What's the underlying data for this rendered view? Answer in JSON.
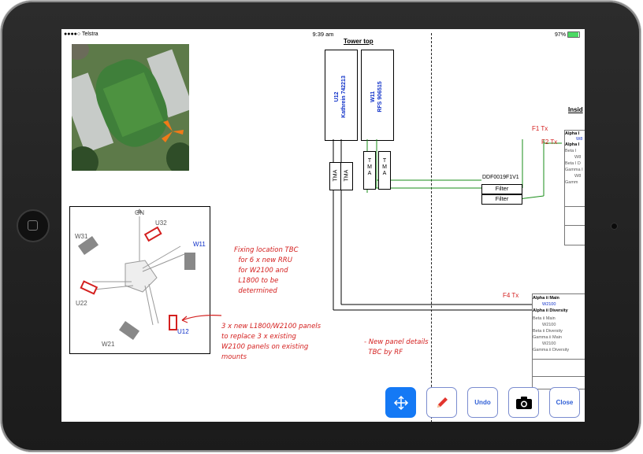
{
  "status_bar": {
    "carrier": "●●●●○ Telstra",
    "time": "9:39 am",
    "battery": "97%"
  },
  "site_plan": {
    "north": "GN",
    "sectors": [
      "U32",
      "W11",
      "W31",
      "U22",
      "U12",
      "W21"
    ]
  },
  "tower": {
    "title": "Tower top",
    "unit1": "U12\nKathrein 742213",
    "unit2": "W11\nRFS 906515",
    "tma_labels": [
      "TMA",
      "TMA",
      "T\nM\nA",
      "T\nM\nA"
    ],
    "feeder_labels": {
      "f1": "F1 Tx",
      "f2": "F2 Tx",
      "f4": "F4 Tx"
    },
    "filter_code": "DDF0019F1V1",
    "filter_label": "Filter",
    "inside_label": "Insid"
  },
  "table_top": {
    "rows": [
      "Alpha I",
      "W8",
      "Alpha I",
      "Beta I",
      "W8",
      "Beta I D",
      "Gamma I",
      "W8",
      "Gamm"
    ]
  },
  "table_bottom": {
    "rows": [
      "Alpha ii Main",
      "W2100",
      "Alpha ii Diversity",
      "Beta ii Main",
      "W2100",
      "Beta ii Diversity",
      "Gamma ii Main",
      "W2100",
      "Gamma ii Diversity"
    ]
  },
  "annotations": {
    "fixing": "Fixing location TBC\n  for 6 x new RRU\n  for W2100 and\n  L1800 to be\n  determined",
    "replace": "3 x new L1800/W2100 panels\nto replace 3 x existing\nW2100 panels on existing\nmounts",
    "panel": "- New panel details\n  TBC by RF"
  },
  "toolbar": {
    "move_icon": "move-arrows-icon",
    "pencil_icon": "pencil-icon",
    "undo": "Undo",
    "camera_icon": "camera-icon",
    "close": "Close",
    "accent": "#1479f5"
  }
}
